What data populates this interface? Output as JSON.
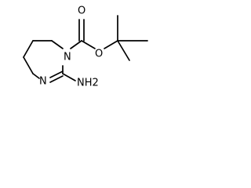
{
  "structure": {
    "atom_labels": {
      "ring_n": "N",
      "imine_n": "N",
      "carbonyl_o": "O",
      "ester_o": "O",
      "amine": "NH2"
    }
  }
}
